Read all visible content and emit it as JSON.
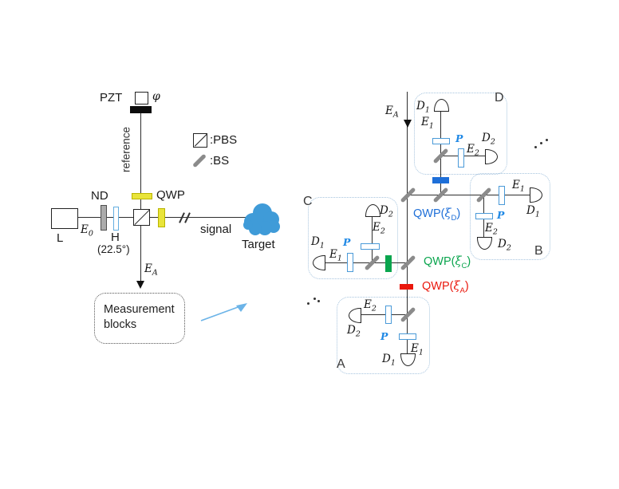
{
  "sym": {
    "E0": {
      "base": "E",
      "sub": "0"
    },
    "EA": {
      "base": "E",
      "sub": "A"
    },
    "E1": {
      "base": "E",
      "sub": "1"
    },
    "E2": {
      "base": "E",
      "sub": "2"
    },
    "D1": {
      "base": "D",
      "sub": "1"
    },
    "D2": {
      "base": "D",
      "sub": "2"
    },
    "P": "P",
    "phi": "φ"
  },
  "left": {
    "pzt": "PZT",
    "reference": "reference",
    "legend": {
      "pbs": ":PBS",
      "bs": ":BS"
    },
    "nd": "ND",
    "qwp": "QWP",
    "laser": "L",
    "h": "H",
    "h_angle": "(22.5°)",
    "signal": "signal",
    "target": "Target",
    "measurement": "Measurement blocks"
  },
  "right": {
    "block_a": "A",
    "block_b": "B",
    "block_c": "C",
    "block_d": "D",
    "qwp_d": {
      "prefix": "QWP(",
      "xi": "ξ",
      "sub": "D",
      "suffix": ")"
    },
    "qwp_c": {
      "prefix": "QWP(",
      "xi": "ξ",
      "sub": "C",
      "suffix": ")"
    },
    "qwp_a": {
      "prefix": "QWP(",
      "xi": "ξ",
      "sub": "A",
      "suffix": ")"
    }
  },
  "colors": {
    "qwp_yellow": "#e9e43a",
    "qwp_blue": "#1e6fd8",
    "qwp_green": "#0aa54e",
    "qwp_red": "#ea170c",
    "polarizer_outline": "#4a9ad8",
    "beamsplitter_gray": "#8b8b8b",
    "cloud_blue": "#3f9bd8",
    "block_outline_blue": "#a6c4de",
    "arrow_blue": "#6cb4e8"
  }
}
